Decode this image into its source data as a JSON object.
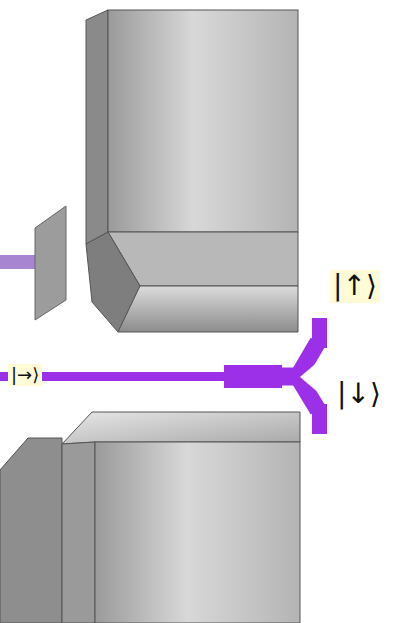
{
  "diagram": {
    "labels": [
      "|→⟩",
      "|↑⟩",
      "|↓⟩"
    ]
  }
}
